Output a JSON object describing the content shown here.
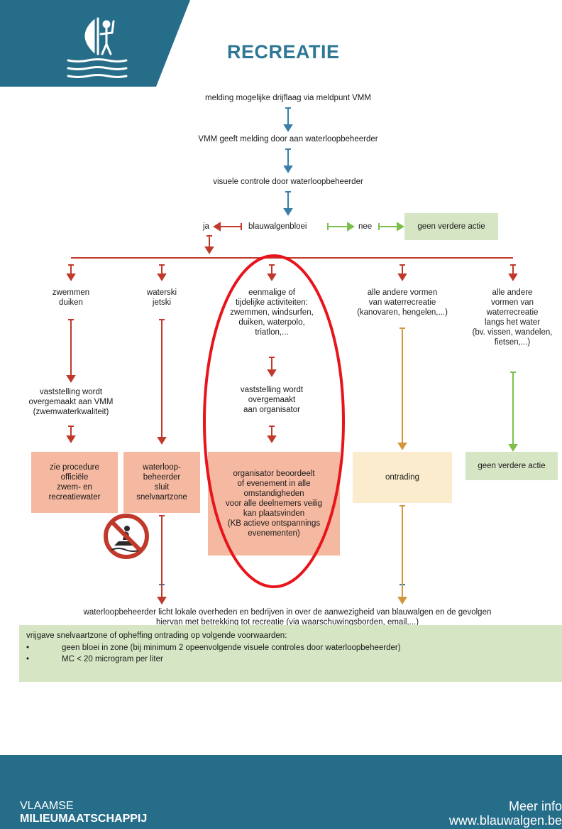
{
  "header": {
    "title": "RECREATIE"
  },
  "flow": {
    "step1": "melding mogelijke drijflaag via meldpunt VMM",
    "step2": "VMM geeft melding door aan waterloopbeheerder",
    "step3": "visuele controle door waterloopbeheerder",
    "decision": "blauwalgenbloei",
    "yes_label": "ja",
    "no_label": "nee",
    "no_action": "geen verdere actie"
  },
  "columns": {
    "col1": {
      "head": [
        "zwemmen",
        "duiken"
      ],
      "mid": [
        "vaststelling wordt",
        "overgemaakt aan VMM",
        "(zwemwaterkwaliteit)"
      ],
      "box": [
        "zie procedure",
        "officiële",
        "zwem- en",
        "recreatiewater"
      ]
    },
    "col2": {
      "head": [
        "waterski",
        "jetski"
      ],
      "box": [
        "waterloop-",
        "beheerder",
        "sluit",
        "snelvaartzone"
      ],
      "icon": "no-jetski-icon"
    },
    "col3": {
      "head": [
        "eenmalige of",
        "tijdelijke activiteiten:",
        "zwemmen, windsurfen,",
        "duiken, waterpolo,",
        "triatlon,..."
      ],
      "mid": [
        "vaststelling wordt",
        "overgemaakt",
        "aan organisator"
      ],
      "box": [
        "organisator beoordeelt",
        "of evenement in alle",
        "omstandigheden",
        "voor alle deelnemers veilig",
        "kan plaatsvinden",
        "(KB actieve ontspannings",
        "evenementen)"
      ]
    },
    "col4": {
      "head": [
        "alle andere vormen",
        "van waterrecreatie",
        "(kanovaren, hengelen,...)"
      ],
      "box": [
        "ontrading"
      ]
    },
    "col5": {
      "head": [
        "alle andere",
        "vormen van",
        "waterrecreatie",
        "langs het water",
        "(bv. vissen, wandelen,",
        "fietsen,...)"
      ],
      "box": [
        "geen verdere actie"
      ]
    }
  },
  "bottom": {
    "inform": [
      "waterloopbeheerder licht lokale overheden en bedrijven in over de aanwezigheid van blauwalgen en de gevolgen",
      "hiervan met betrekking tot recreatie (via waarschuwingsborden, email,...)"
    ],
    "conditions_intro": "vrijgave snelvaartzone of opheffing ontrading op volgende voorwaarden:",
    "conditions": [
      "geen bloei in zone (bij minimum 2 opeenvolgende visuele controles door waterloopbeheerder)",
      "MC < 20 microgram per liter"
    ],
    "bullet": "•"
  },
  "footer": {
    "org_line1": "VLAAMSE",
    "org_line2": "MILIEUMAATSCHAPPIJ",
    "info_line1": "Meer info",
    "info_line2": "www.blauwalgen.be"
  },
  "colors": {
    "teal": "#266d89",
    "blue_arrow": "#3a7fa8",
    "red_arrow": "#c0392b",
    "green_arrow": "#7cbf4a",
    "orange_arrow": "#d4963a",
    "highlight": "#e8141c"
  }
}
